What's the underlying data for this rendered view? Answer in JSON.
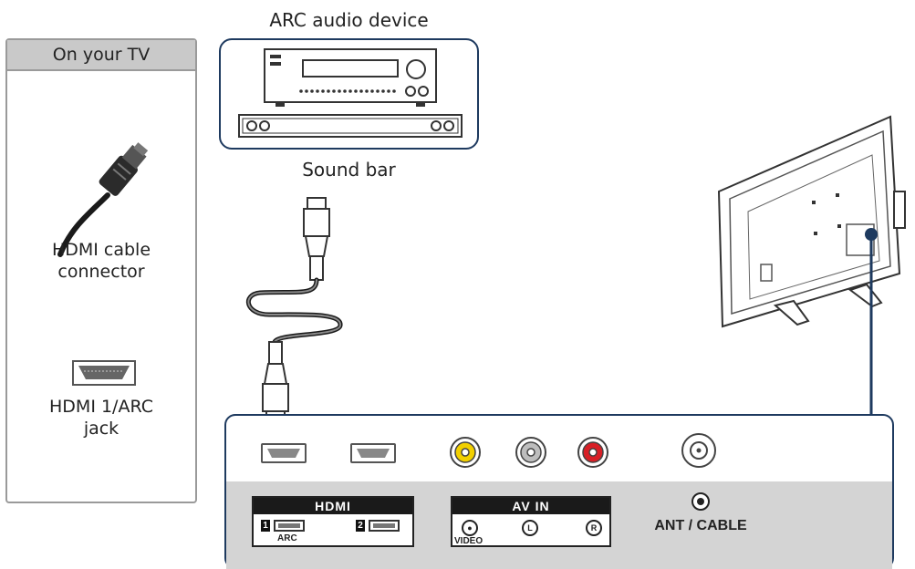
{
  "legend": {
    "header": "On your TV",
    "items": [
      {
        "label_line1": "HDMI cable",
        "label_line2": "connector",
        "icon": "hdmi-cable-connector-icon"
      },
      {
        "label_line1": "HDMI 1/ARC",
        "label_line2": "jack",
        "icon": "hdmi-jack-icon"
      }
    ]
  },
  "device": {
    "title": "ARC audio device",
    "subtitle": "Sound bar"
  },
  "tv_panel": {
    "hdmi_label": "HDMI",
    "hdmi_port1_number": "1",
    "hdmi_port1_tag": "ARC",
    "hdmi_port2_number": "2",
    "av_label": "AV IN",
    "av_video_tag": "VIDEO",
    "av_left_tag": "L",
    "av_right_tag": "R",
    "ant_label": "ANT / CABLE"
  },
  "colors": {
    "frame_navy": "#1e3a5f",
    "rca_yellow": "#f2d000",
    "rca_white": "#bdbdbd",
    "rca_red": "#d81f26"
  }
}
